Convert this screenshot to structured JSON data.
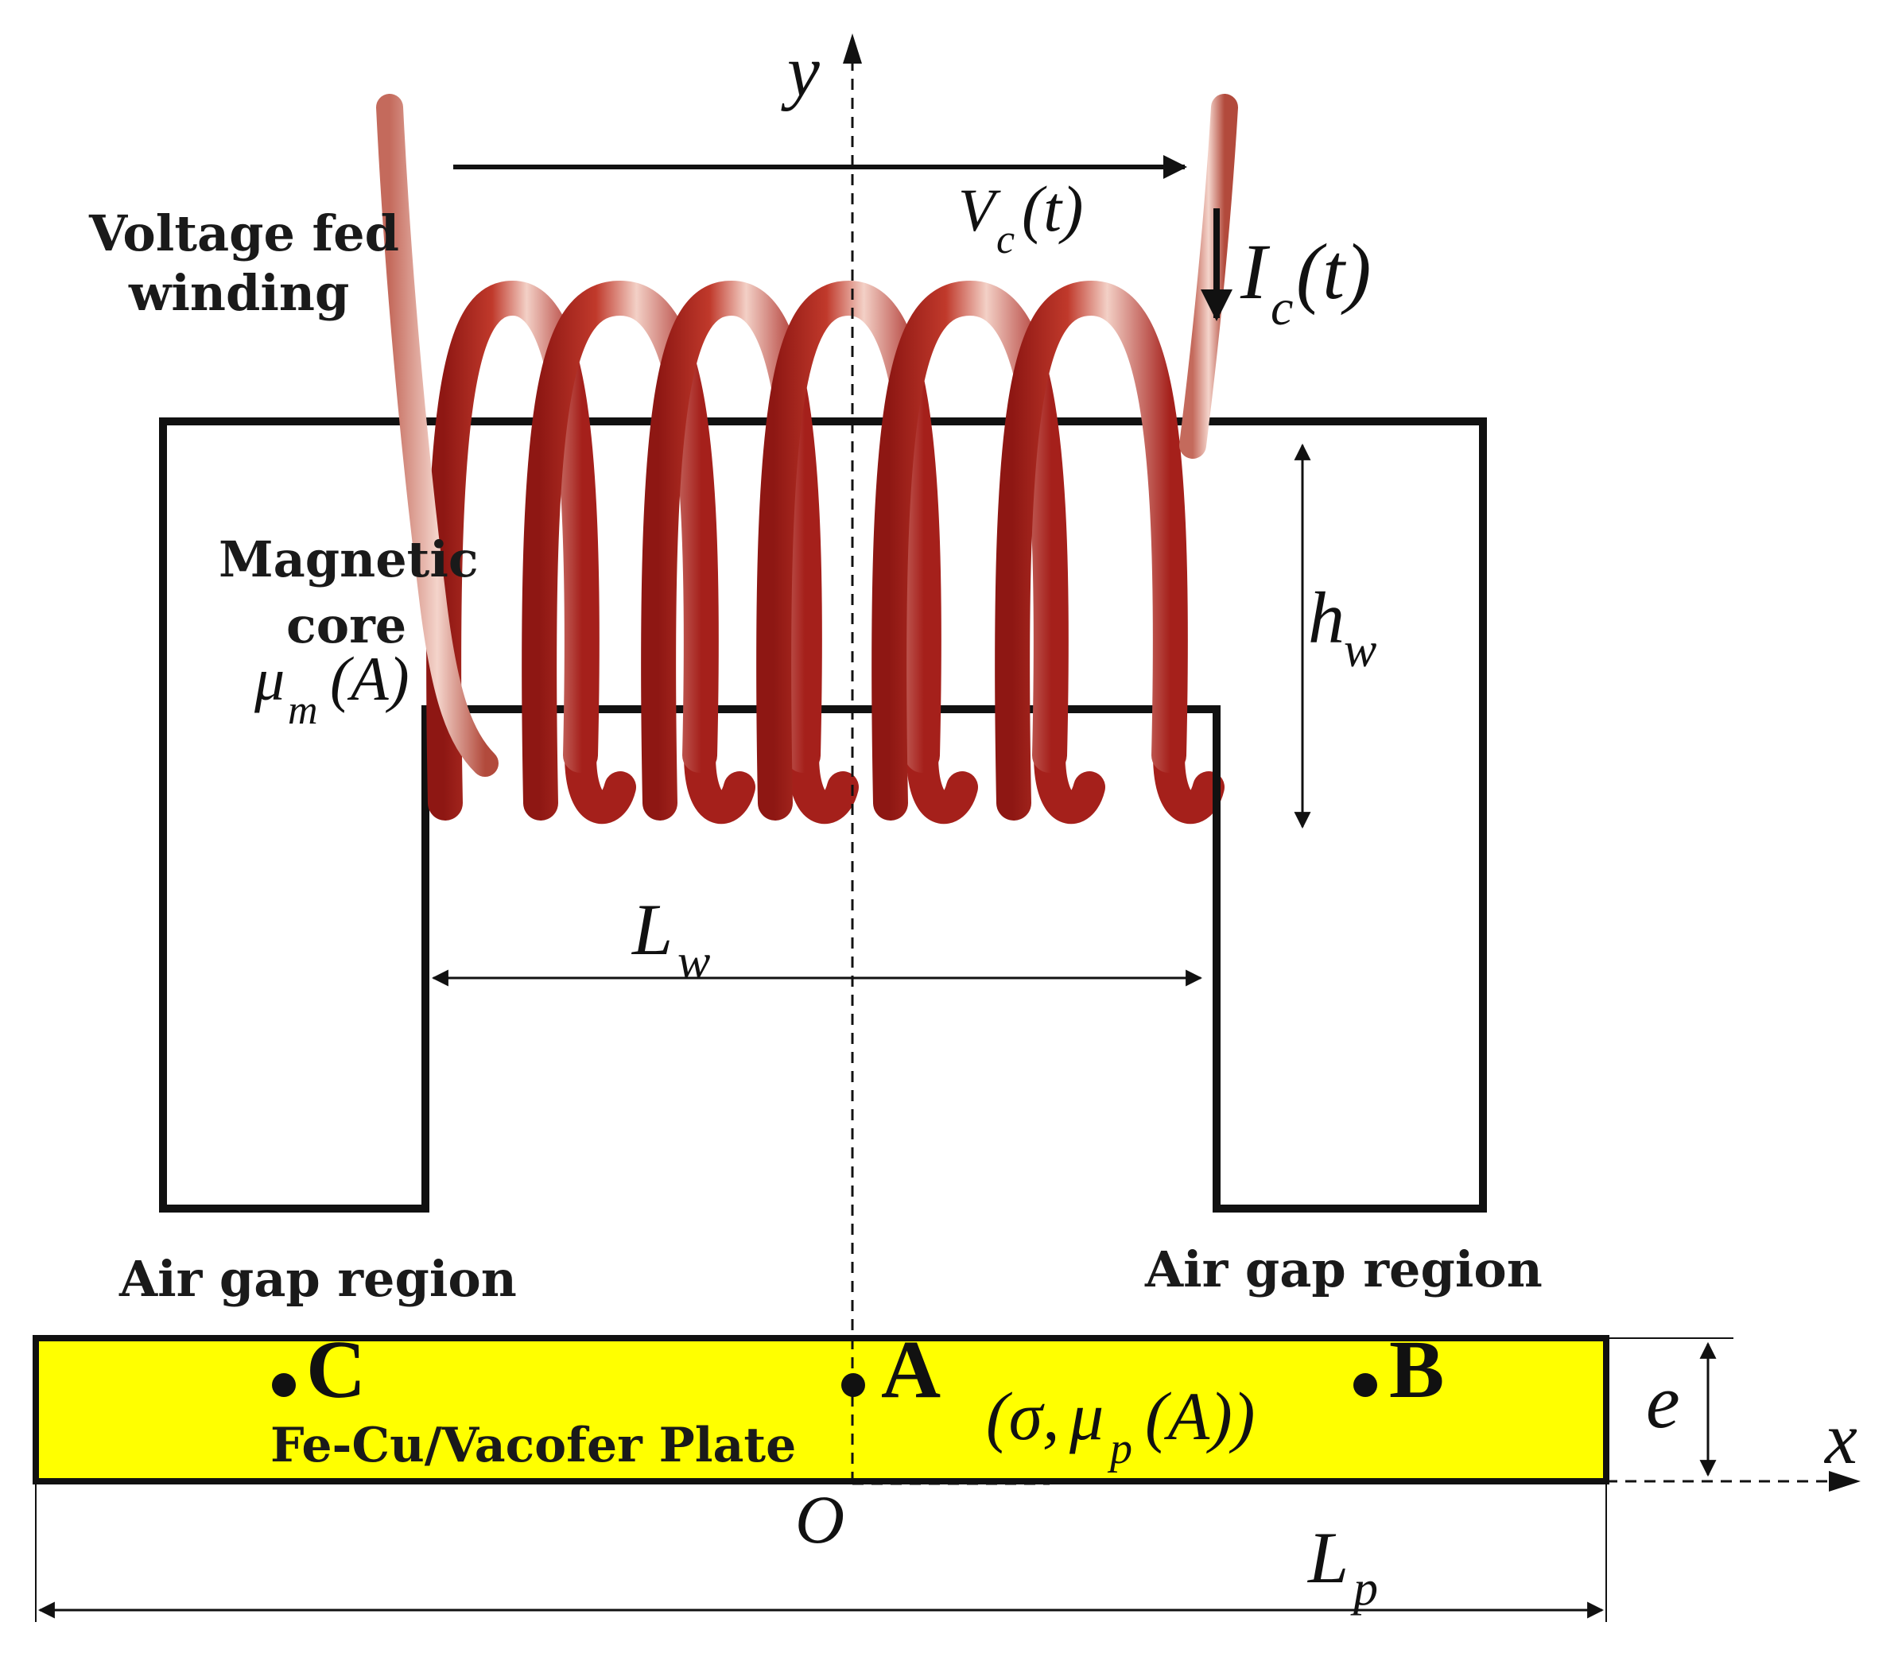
{
  "colors": {
    "background": "#ffffff",
    "plate_fill": "#ffff00",
    "outline": "#111111",
    "coil_dark": "#a5201b",
    "coil_light": "#f0c8bd"
  },
  "labels": {
    "winding": [
      "Voltage fed",
      "winding"
    ],
    "core": [
      "Magnetic",
      "core"
    ],
    "air_gap_left": "Air gap region",
    "air_gap_right": "Air gap region",
    "plate": "Fe-Cu/Vacofer Plate"
  },
  "symbols": {
    "y_axis": "y",
    "x_axis": "x",
    "origin": "O",
    "voltage": {
      "main": "V",
      "sub": "c",
      "arg": "(t)"
    },
    "current": {
      "main": "I",
      "sub": "c",
      "arg": "(t)"
    },
    "core_perm": {
      "main": "μ",
      "sub": "m",
      "arg": "(A)"
    },
    "winding_height": {
      "main": "h",
      "sub": "w"
    },
    "winding_length": {
      "main": "L",
      "sub": "w"
    },
    "plate_length": {
      "main": "L",
      "sub": "p"
    },
    "plate_thickness": "e",
    "plate_props": {
      "open": "(σ,",
      "main": "μ",
      "sub": "p",
      "arg": "(A))"
    }
  },
  "points": {
    "a": "A",
    "b": "B",
    "c": "C"
  }
}
